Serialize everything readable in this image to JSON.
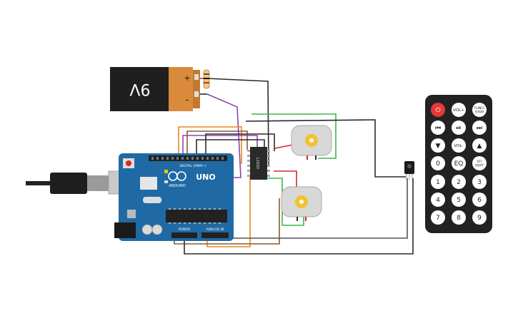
{
  "battery": {
    "label": "9V",
    "plus": "+",
    "minus": "-"
  },
  "arduino": {
    "brand": "ARDUINO",
    "model": "UNO",
    "power_label": "POWER",
    "analog_label": "ANALOG IN",
    "digital_label": "DIGITAL (PWM~)"
  },
  "driver_chip": {
    "label": "L293D"
  },
  "remote": {
    "buttons": [
      {
        "label": "⏻",
        "kind": "power"
      },
      {
        "label": "VOL+"
      },
      {
        "label": "FUNC/\nSTOP"
      },
      {
        "label": "⏮"
      },
      {
        "label": "⏯"
      },
      {
        "label": "⏭"
      },
      {
        "label": "▼"
      },
      {
        "label": "VOL-"
      },
      {
        "label": "▲"
      },
      {
        "label": "0"
      },
      {
        "label": "EQ"
      },
      {
        "label": "ST/\nREPT"
      },
      {
        "label": "1"
      },
      {
        "label": "2"
      },
      {
        "label": "3"
      },
      {
        "label": "4"
      },
      {
        "label": "5"
      },
      {
        "label": "6"
      },
      {
        "label": "7"
      },
      {
        "label": "8"
      },
      {
        "label": "9"
      }
    ]
  },
  "colors": {
    "board": "#1f6aa5",
    "battery_body": "#1f1f1f",
    "battery_cap": "#d98a3a",
    "remote_body": "#222222",
    "remote_button": "#ffffff",
    "power_button": "#e53935",
    "wire_black": "#2b2b2b",
    "wire_red": "#d62828",
    "wire_green": "#3bb54a",
    "wire_orange": "#e38a1d",
    "wire_brown": "#8b5a2b",
    "wire_purple": "#8e44ad",
    "wire_yellow": "#d4a017"
  }
}
